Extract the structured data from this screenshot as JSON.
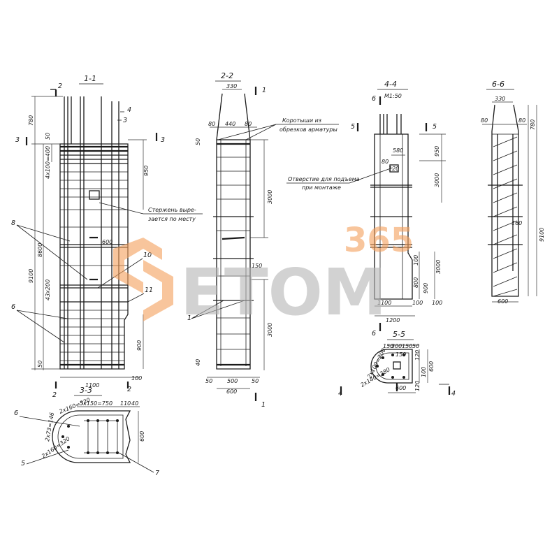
{
  "sections": {
    "s11": "1-1",
    "s22": "2-2",
    "s44": "4-4",
    "s44_scale": "М1:50",
    "s66": "6-6",
    "s55": "5-5",
    "s33": "3-3"
  },
  "notes": {
    "rod_cut": [
      "Стержень выре-",
      "зается по месту"
    ],
    "stubs": [
      "Коротыши из",
      "обрезков арматуры"
    ],
    "hole": [
      "Отверстие для подъема",
      "при монтаже"
    ]
  },
  "marks": [
    "1",
    "2",
    "3",
    "4",
    "5",
    "6",
    "7",
    "8",
    "10",
    "11"
  ],
  "dims_11": {
    "top": "780",
    "d50": "50",
    "step_top": "4х100=400",
    "main": "9100",
    "mid": "8600",
    "steps": "43х200",
    "bottom": "50",
    "r950": "950",
    "r900": "900",
    "width": "1100",
    "d100": "100",
    "d600": "600"
  },
  "dims_22": {
    "w330": "330",
    "d80": "80",
    "d440": "440",
    "d80b": "80",
    "d50": "50",
    "d3000a": "3000",
    "d150": "150",
    "d3000b": "3000",
    "d40": "40",
    "b50a": "50",
    "b500": "500",
    "b50b": "50",
    "b600": "600"
  },
  "dims_44": {
    "d580": "580",
    "d80": "80",
    "d120": "120",
    "d950": "950",
    "d3000": "3000",
    "d100": "100",
    "d800": "800",
    "d900": "900",
    "d3000b": "3000",
    "d100b": "100",
    "w1100": "1100",
    "w100": "100",
    "w1200": "1200"
  },
  "dims_66": {
    "w330": "330",
    "d80a": "80",
    "d80b": "80",
    "d780": "780",
    "d9100": "9100",
    "d160": "160",
    "w600": "600"
  },
  "dims_55": {
    "d150": "150",
    "d300": "300",
    "d150b": "150",
    "d50": "50",
    "d150c": "150",
    "d120": "120",
    "d100": "100",
    "d600": "600",
    "d120b": "120",
    "w600": "600",
    "arc1": "2х100=200",
    "arc2": "2х140=280"
  },
  "dims_33": {
    "top": "5х150=750",
    "d110": "110",
    "d40": "40",
    "arc1": "2х160=320",
    "arc2": "2х73=146",
    "arc3": "2х160=320",
    "h600": "600"
  },
  "watermark": {
    "brand": "ETOM",
    "num": "365",
    "color_orange": "#f5a05c",
    "color_grey": "#b5b5b5"
  }
}
